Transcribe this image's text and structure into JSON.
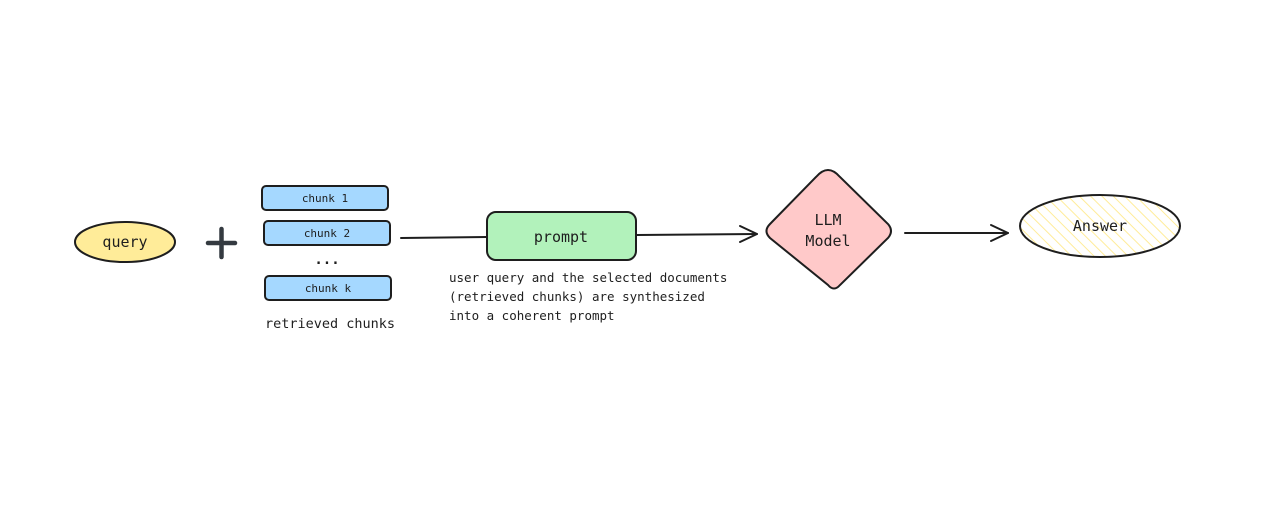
{
  "diagram": {
    "query": {
      "label": "query",
      "fill": "#ffec99"
    },
    "plus": {
      "symbol": "+"
    },
    "chunks": {
      "fill": "#a5d8ff",
      "items": [
        {
          "label": "chunk 1"
        },
        {
          "label": "chunk 2"
        },
        {
          "label": "chunk k"
        }
      ],
      "ellipsis": "...",
      "ellipsis_color": "#1971c2",
      "caption": "retrieved chunks"
    },
    "prompt": {
      "label": "prompt",
      "fill": "#b2f2bb",
      "caption_lines": [
        "user query and the selected documents",
        "(retrieved chunks) are synthesized",
        "into a coherent prompt"
      ]
    },
    "llm": {
      "label_lines": [
        "LLM",
        "Model"
      ],
      "fill": "#ffc9c9"
    },
    "answer": {
      "label": "Answer",
      "hatch_color": "#ffec99"
    }
  }
}
